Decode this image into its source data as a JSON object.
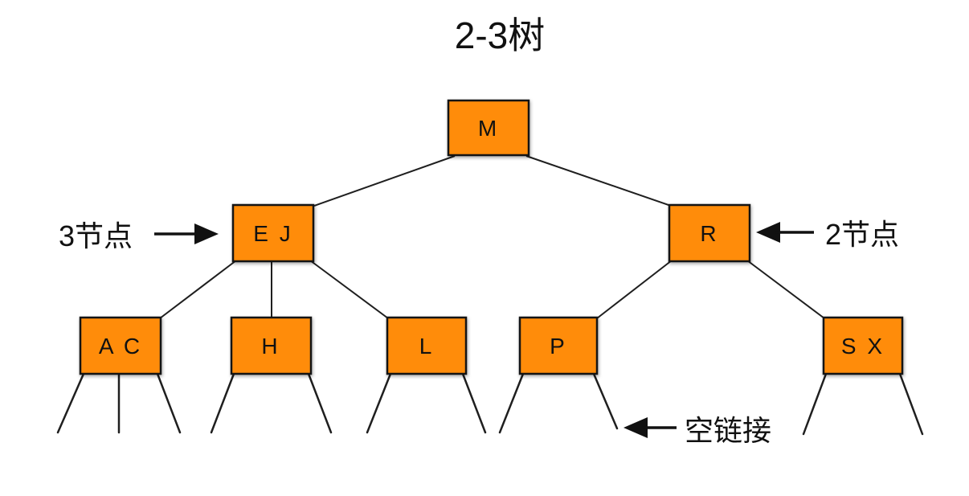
{
  "title": "2-3树",
  "colors": {
    "node_fill": "#FF8C0A",
    "node_border": "#141414",
    "line": "#1f1f1f",
    "text": "#111111",
    "background": "#ffffff"
  },
  "tree": {
    "kind": "2-3 tree",
    "nodes": [
      {
        "id": "M",
        "label": "M",
        "level": 0,
        "children": [
          "EJ",
          "R"
        ]
      },
      {
        "id": "EJ",
        "label": "E J",
        "level": 1,
        "children": [
          "AC",
          "H",
          "L"
        ]
      },
      {
        "id": "R",
        "label": "R",
        "level": 1,
        "children": [
          "P",
          "SX"
        ]
      },
      {
        "id": "AC",
        "label": "A C",
        "level": 2,
        "null_links_drawn": 3
      },
      {
        "id": "H",
        "label": "H",
        "level": 2,
        "null_links_drawn": 2
      },
      {
        "id": "L",
        "label": "L",
        "level": 2,
        "null_links_drawn": 2
      },
      {
        "id": "P",
        "label": "P",
        "level": 2,
        "null_links_drawn": 2
      },
      {
        "id": "SX",
        "label": "S X",
        "level": 2,
        "null_links_drawn": 2
      }
    ]
  },
  "annotations": {
    "three_node": {
      "label": "3节点",
      "arrow_direction": "right",
      "points_at": "EJ"
    },
    "two_node": {
      "label": "2节点",
      "arrow_direction": "left",
      "points_at": "R"
    },
    "null_link": {
      "label": "空链接",
      "arrow_direction": "left",
      "points_at": "right null link of P"
    }
  }
}
